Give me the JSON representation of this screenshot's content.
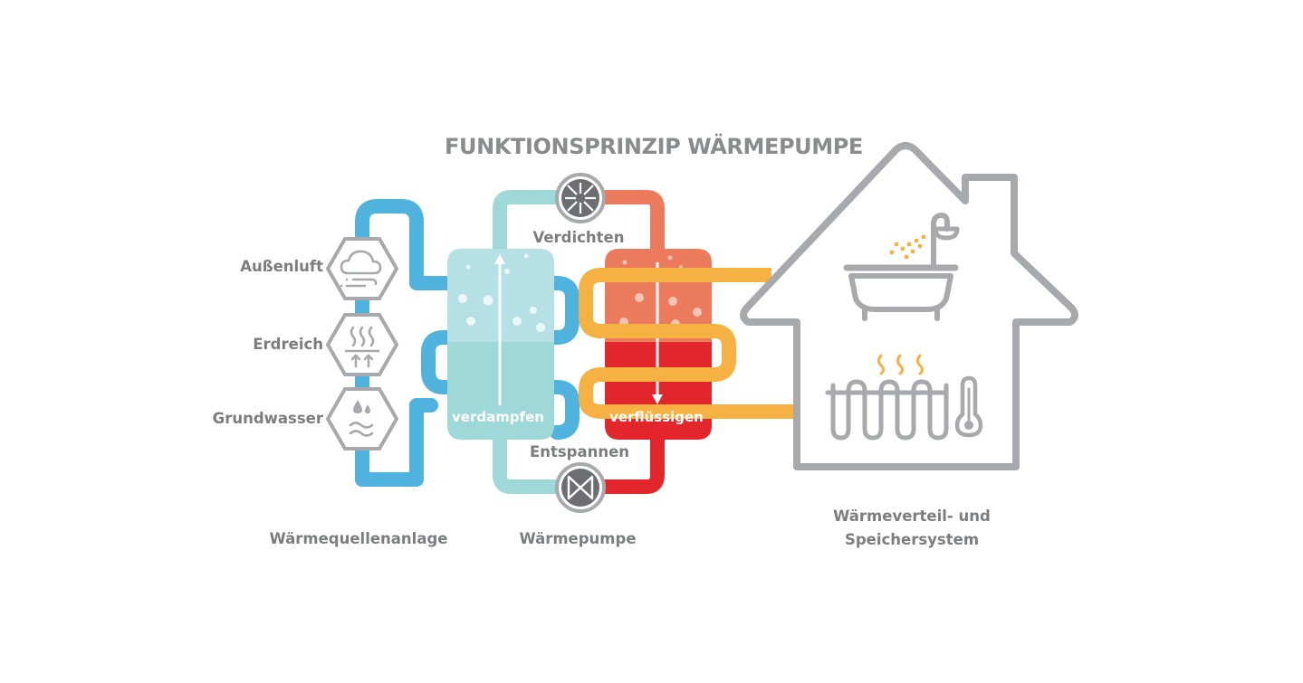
{
  "title": "FUNKTIONSPRINZIP WÄRMEPUMPE",
  "sources": [
    {
      "label": "Außenluft",
      "icon": "cloud-wind-icon"
    },
    {
      "label": "Erdreich",
      "icon": "ground-heat-icon"
    },
    {
      "label": "Grundwasser",
      "icon": "water-drops-icon"
    }
  ],
  "steps": {
    "compress": "Verdichten",
    "expand": "Entspannen",
    "evaporate": "verdampfen",
    "condense": "verflüssigen"
  },
  "captions": {
    "source_system": "Wärmequellenanlage",
    "heat_pump": "Wärmepumpe",
    "distribution_line1": "Wärmeverteil- und",
    "distribution_line2": "Speichersystem"
  },
  "colors": {
    "source_loop": "#4fb3de",
    "cold_circuit": "#9fd8d8",
    "hot_circuit": "#ec7a5c",
    "condensate": "#e2262b",
    "heating_loop": "#f6b143",
    "icons": "#a7a9ac",
    "text": "#7c7d81"
  }
}
